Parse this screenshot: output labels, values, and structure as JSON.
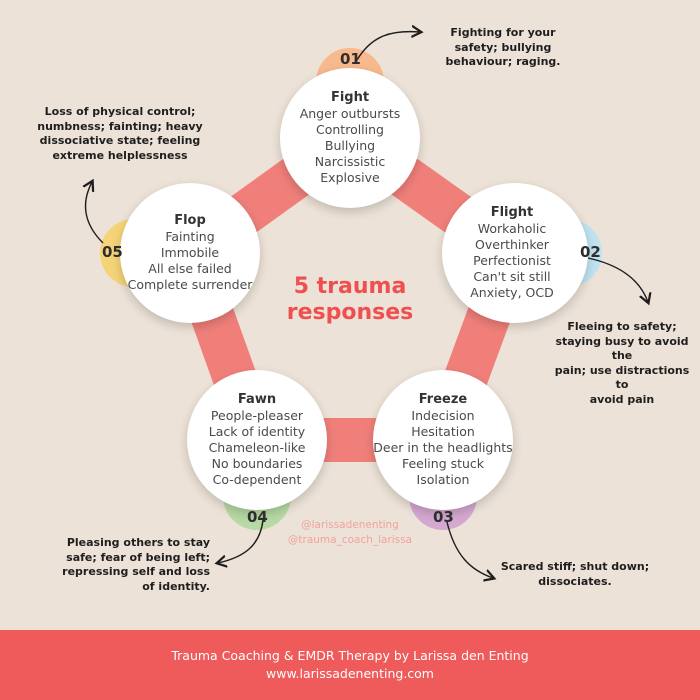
{
  "center_title": [
    "5 trauma",
    "responses"
  ],
  "nodes": [
    {
      "number": "01",
      "title": "Fight",
      "items": [
        "Anger outbursts",
        "Controlling",
        "Bullying",
        "Narcissistic",
        "Explosive"
      ],
      "color": "#f7b98d",
      "description": [
        "Fighting for your",
        "safety; bullying",
        "behaviour; raging."
      ]
    },
    {
      "number": "02",
      "title": "Flight",
      "items": [
        "Workaholic",
        "Overthinker",
        "Perfectionist",
        "Can't sit still",
        "Anxiety, OCD"
      ],
      "color": "#bfe3f1",
      "description": [
        "Fleeing to safety;",
        "staying busy to avoid the",
        "pain; use distractions to",
        "avoid pain"
      ]
    },
    {
      "number": "03",
      "title": "Freeze",
      "items": [
        "Indecision",
        "Hesitation",
        "Deer in the headlights",
        "Feeling stuck",
        "Isolation"
      ],
      "color": "#d5a8d1",
      "description": [
        "Scared stiff; shut down;",
        "dissociates."
      ]
    },
    {
      "number": "04",
      "title": "Fawn",
      "items": [
        "People-pleaser",
        "Lack of identity",
        "Chameleon-like",
        "No boundaries",
        "Co-dependent"
      ],
      "color": "#b7d9a5",
      "description": [
        "Pleasing others to stay",
        "safe; fear of being left;",
        "repressing self and loss",
        "of identity."
      ]
    },
    {
      "number": "05",
      "title": "Flop",
      "items": [
        "Fainting",
        "Immobile",
        "All else failed",
        "Complete surrender"
      ],
      "color": "#f5d478",
      "description": [
        "Loss of physical control;",
        "numbness; fainting; heavy",
        "dissociative state; feeling",
        "extreme helplessness"
      ]
    }
  ],
  "handles": [
    "@larissadenenting",
    "@trauma_coach_larissa"
  ],
  "footer": {
    "line1": "Trauma Coaching & EMDR Therapy by Larissa den Enting",
    "line2": "www.larissadenenting.com"
  },
  "colors": {
    "background": "#ece2d7",
    "ring": "#f07f7a",
    "accent": "#ef4f4f",
    "footer": "#ef5a5a"
  }
}
